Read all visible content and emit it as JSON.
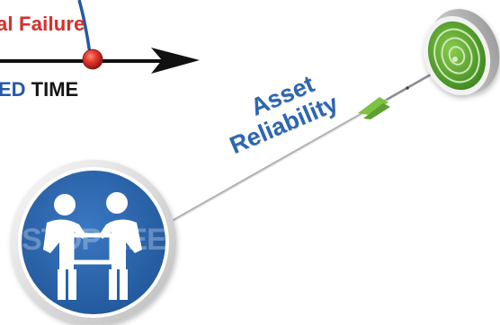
{
  "failure_text": "al Failure",
  "time_text_accent": "ED",
  "time_text_rest": " TIME",
  "reliability": {
    "line1": "Asset",
    "line2": "Reliability"
  },
  "sign": {
    "watermark_text": "STOP EEE",
    "icon": "two-person-lift-icon"
  },
  "colors": {
    "failure_red": "#d8302b",
    "label_blue": "#2b67b0",
    "sign_blue": "#2d64ad",
    "target_green": "#5aa832",
    "arrow_fletch_green": "#7dc242",
    "axis_black": "#111111"
  },
  "icons": [
    "arrow-right-icon",
    "target-icon",
    "arrow-icon",
    "red-marker-icon",
    "two-person-lift-icon"
  ]
}
